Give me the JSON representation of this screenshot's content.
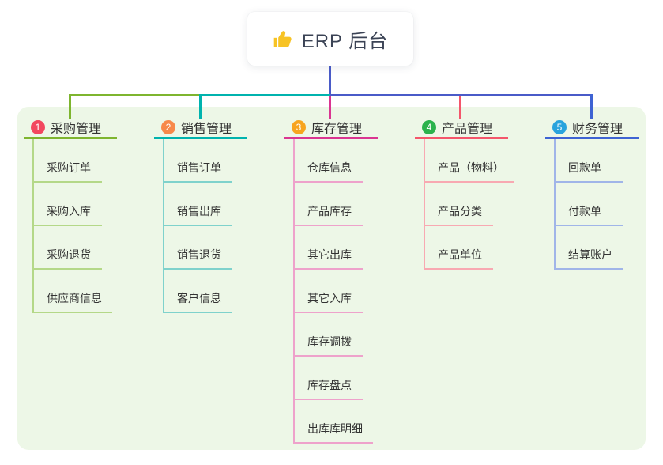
{
  "root": {
    "title": "ERP 后台",
    "icon": "thumbs-up-icon",
    "icon_color": "#f7c325",
    "line_color": "#4a5bc8"
  },
  "panel": {
    "background": "#edf7e7"
  },
  "branches": [
    {
      "index": "1",
      "label": "采购管理",
      "badge_color": "#f2485f",
      "line_color": "#7eb52f",
      "child_line_color": "#b4d888",
      "children": [
        "采购订单",
        "采购入库",
        "采购退货",
        "供应商信息"
      ]
    },
    {
      "index": "2",
      "label": "销售管理",
      "badge_color": "#f7894a",
      "line_color": "#00b3ae",
      "child_line_color": "#7fd2cc",
      "children": [
        "销售订单",
        "销售出库",
        "销售退货",
        "客户信息"
      ]
    },
    {
      "index": "3",
      "label": "库存管理",
      "badge_color": "#f7a41f",
      "line_color": "#da3591",
      "child_line_color": "#eea2cb",
      "children": [
        "仓库信息",
        "产品库存",
        "其它出库",
        "其它入库",
        "库存调拨",
        "库存盘点",
        "出库库明细"
      ]
    },
    {
      "index": "4",
      "label": "产品管理",
      "badge_color": "#2bb24c",
      "line_color": "#f4566b",
      "child_line_color": "#f8a9b2",
      "children": [
        "产品（物料）",
        "产品分类",
        "产品单位"
      ]
    },
    {
      "index": "5",
      "label": "财务管理",
      "badge_color": "#29a3dd",
      "line_color": "#3e63d3",
      "child_line_color": "#a0b5e8",
      "children": [
        "回款单",
        "付款单",
        "结算账户"
      ]
    }
  ]
}
